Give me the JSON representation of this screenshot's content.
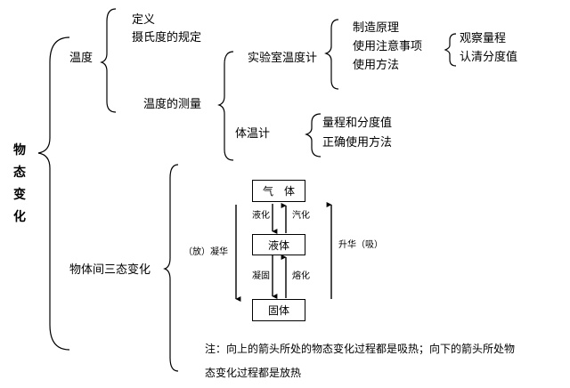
{
  "root": [
    "物",
    "态",
    "变",
    "化"
  ],
  "temperature": {
    "label": "温度",
    "items": [
      "定义",
      "摄氏度的规定",
      "温度的测量"
    ],
    "lab_thermometer": {
      "label": "实验室温度计",
      "items": [
        "制造原理",
        "使用注意事项",
        "使用方法"
      ],
      "method_items": [
        "观察量程",
        "认清分度值"
      ]
    },
    "body_thermometer": {
      "label": "体温计",
      "items": [
        "量程和分度值",
        "正确使用方法"
      ]
    }
  },
  "states": {
    "label": "物体间三态变化",
    "gas": "气　体",
    "liquid": "液体",
    "solid": "固体",
    "liquefaction": "液化",
    "vaporization": "汽化",
    "solidification": "凝固",
    "melting": "熔化",
    "deposition": "（放）凝华",
    "sublimation": "升华（吸）"
  },
  "note": {
    "line1": "注：向上的箭头所处的物态变化过程都是吸热；向下的箭头所处物",
    "line2": "态变化过程都是放热"
  }
}
